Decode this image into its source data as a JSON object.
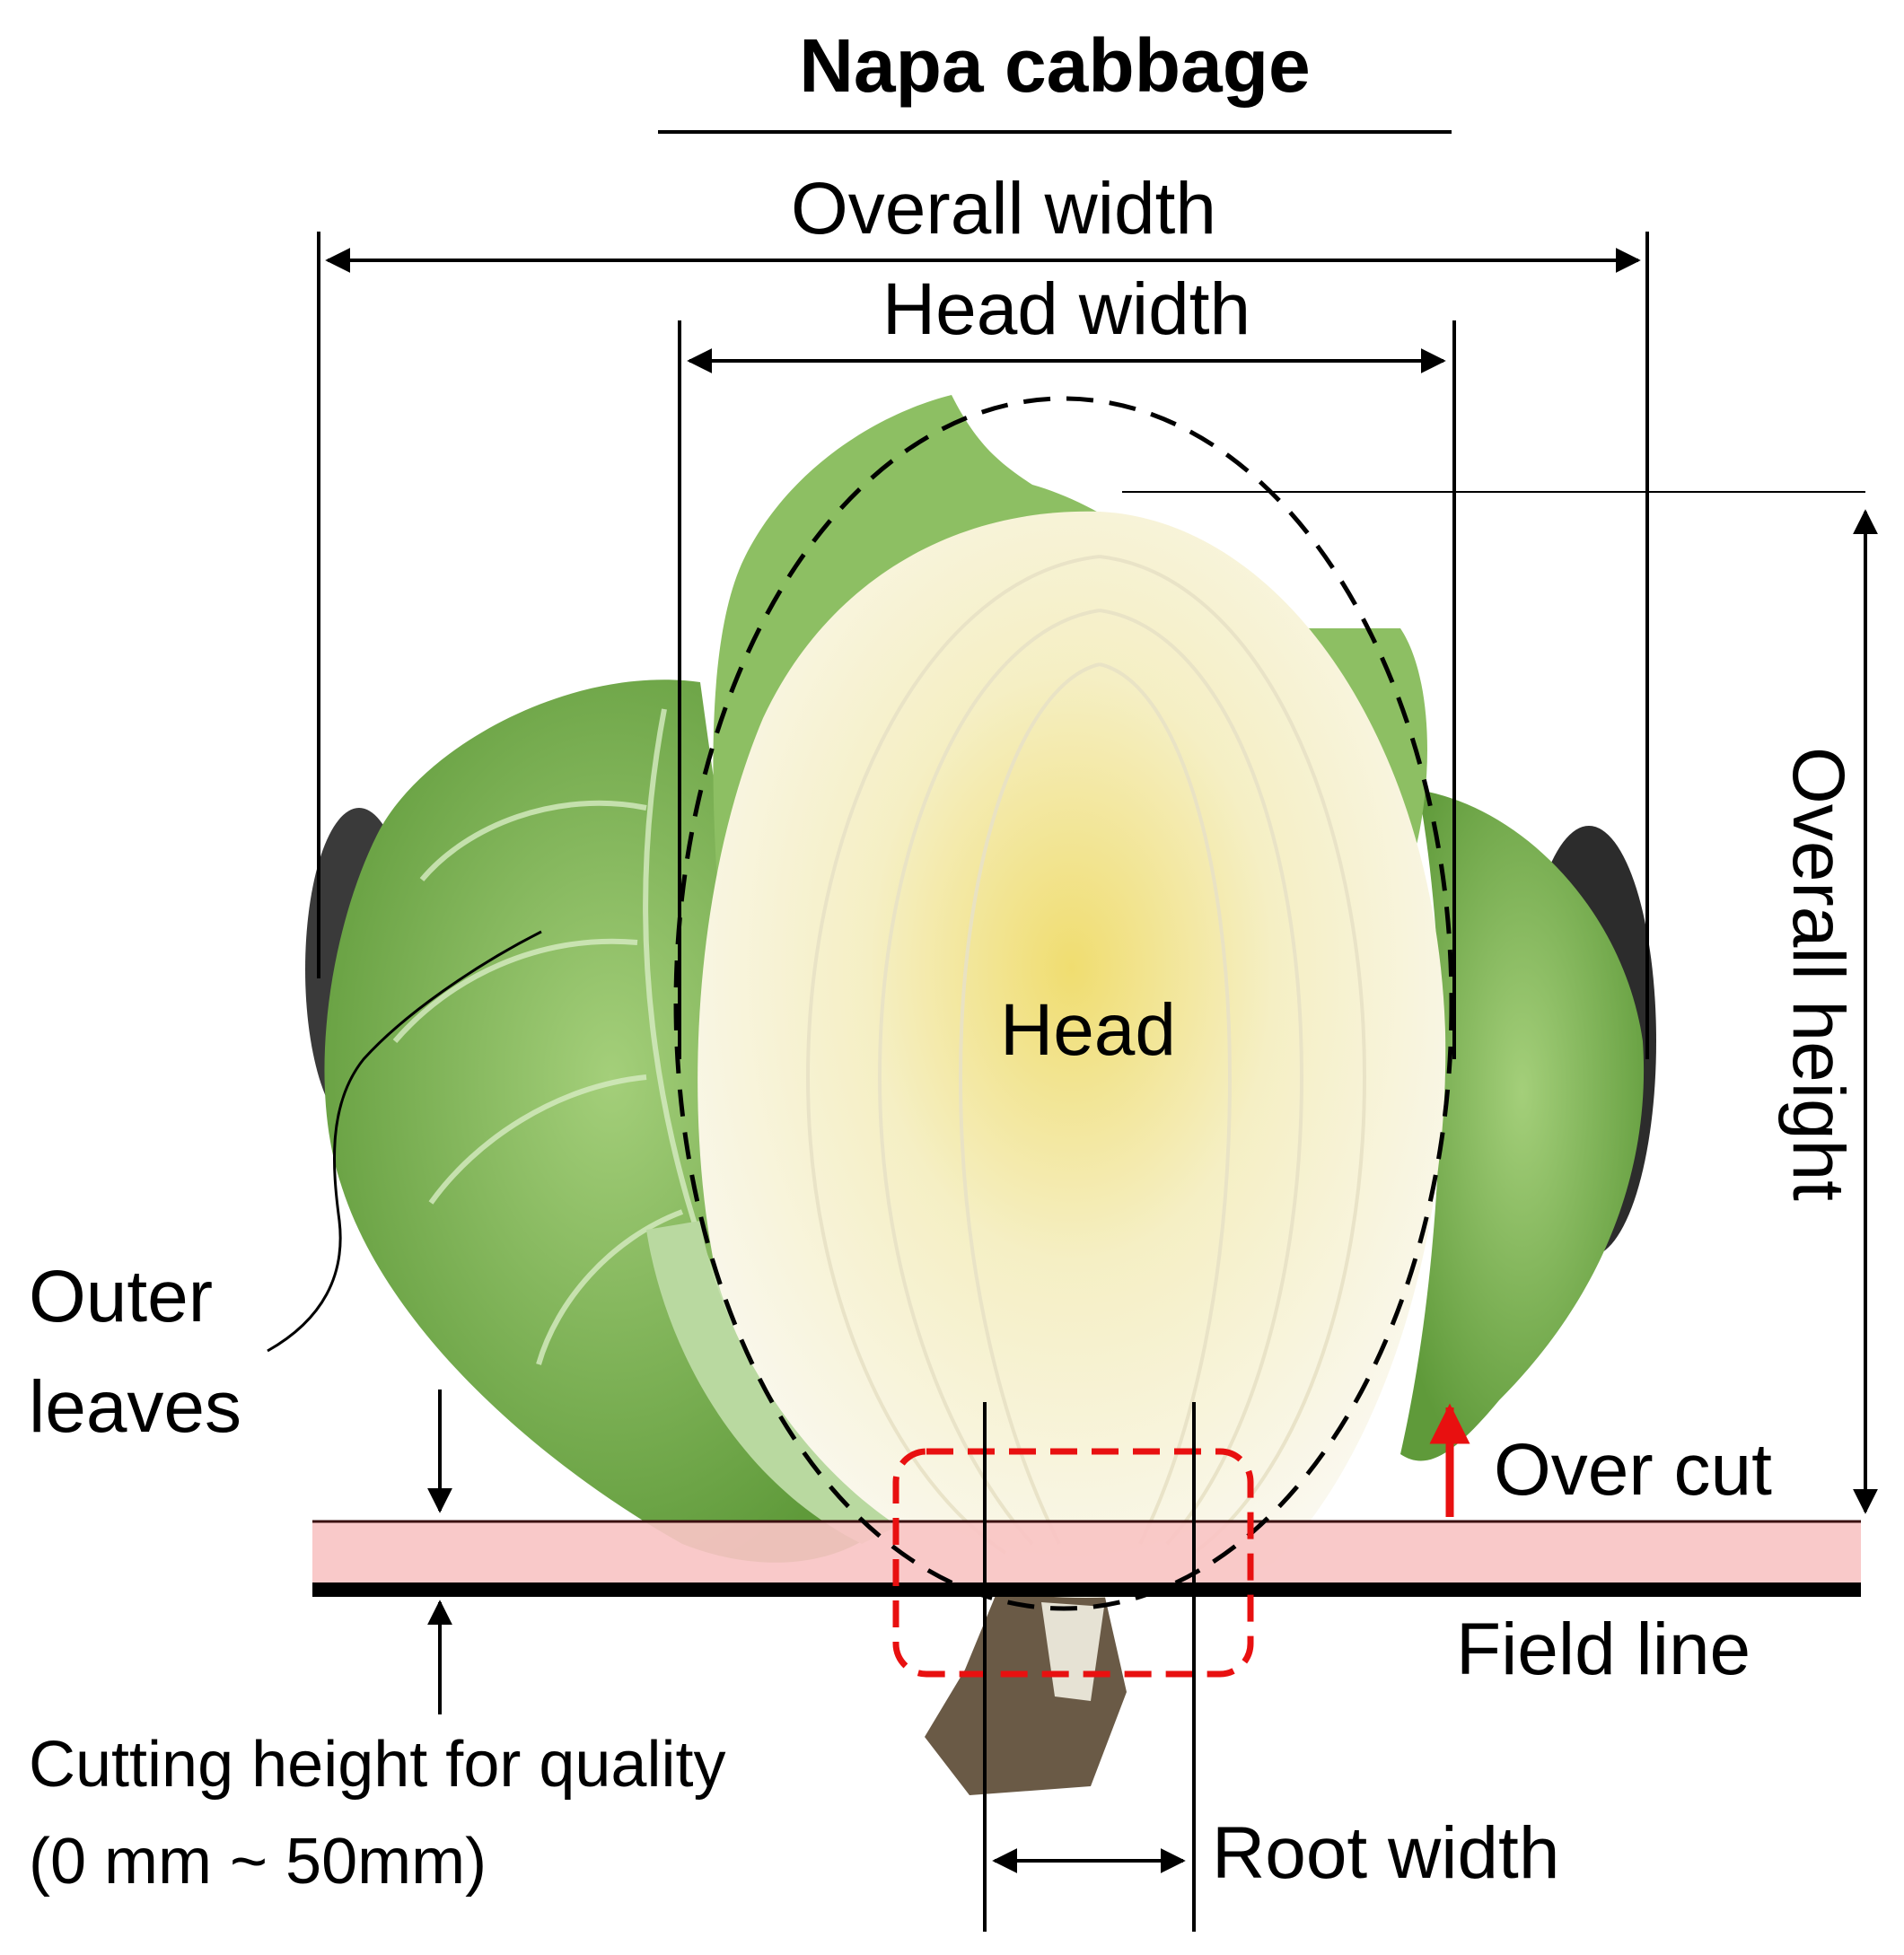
{
  "title": "Napa cabbage",
  "labels": {
    "overall_width": "Overall width",
    "head_width": "Head width",
    "overall_height": "Overall height",
    "head": "Head",
    "outer_leaves_line1": "Outer",
    "outer_leaves_line2": "leaves",
    "over_cut": "Over cut",
    "field_line": "Field line",
    "cutting_height_line1": "Cutting height for quality",
    "cutting_height_line2": "(0 mm ~ 50mm)",
    "root_width": "Root width"
  },
  "colors": {
    "cut_band": "#f8c4c4",
    "over_cut_arrow": "#e81010",
    "root_box": "#e81010",
    "leaf_green": "#7fb552",
    "head_cream": "#f6f0c8",
    "head_yellow": "#f0e07a"
  }
}
